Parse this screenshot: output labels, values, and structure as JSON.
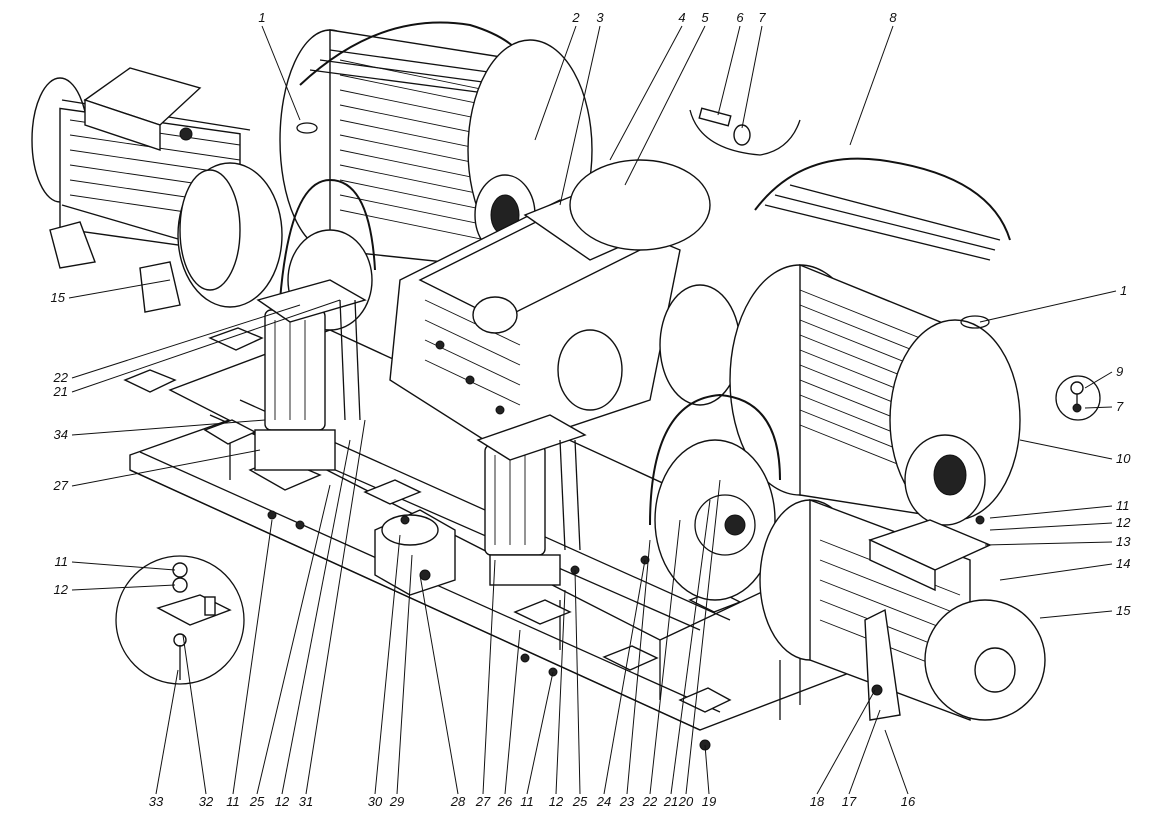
{
  "figure": {
    "description_labels": {
      "callouts": [
        "1",
        "2",
        "3",
        "4",
        "5",
        "6",
        "7",
        "8",
        "1",
        "9",
        "7",
        "10",
        "11",
        "12",
        "13",
        "14",
        "15",
        "16",
        "17",
        "18",
        "19",
        "20",
        "21",
        "22",
        "23",
        "24",
        "25",
        "12",
        "11",
        "26",
        "27",
        "28",
        "29",
        "30",
        "31",
        "12",
        "25",
        "11",
        "32",
        "33",
        "12",
        "11",
        "27",
        "34",
        "21",
        "22",
        "15"
      ],
      "top": [
        "1",
        "2",
        "3",
        "4",
        "5",
        "6",
        "7",
        "8"
      ],
      "right": [
        "1",
        "9",
        "7",
        "10",
        "11",
        "12",
        "13",
        "14",
        "15"
      ],
      "bottom": [
        "33",
        "32",
        "11",
        "25",
        "12",
        "31",
        "30",
        "29",
        "28",
        "27",
        "26",
        "11",
        "12",
        "25",
        "24",
        "23",
        "22",
        "21",
        "20",
        "19",
        "18",
        "17",
        "16"
      ],
      "left": [
        "15",
        "22",
        "21",
        "34",
        "27",
        "11",
        "12"
      ]
    },
    "palette": {
      "ink": "#111111",
      "paper": "#ffffff"
    }
  }
}
